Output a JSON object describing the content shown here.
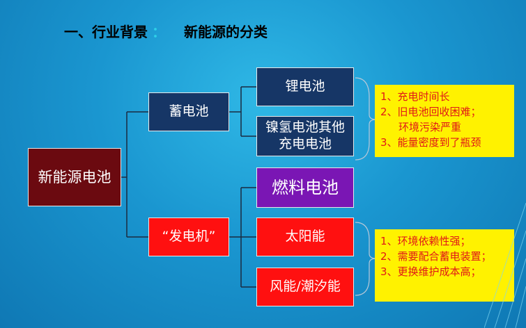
{
  "title": {
    "section": "一、行业背景",
    "separator": "：",
    "subtitle": "新能源的分类"
  },
  "nodes": {
    "root": "新能源电池",
    "storage": "蓄电池",
    "generator": "“发电机”",
    "lithium": "锂电池",
    "nimh_line1": "镍氢电池其他",
    "nimh_line2": "充电电池",
    "fuel_cell": "燃料电池",
    "solar": "太阳能",
    "wind_tidal": "风能/潮汐能"
  },
  "notes": {
    "storage_issues": [
      "1、充电时间长",
      "2、旧电池回收困难；",
      "环境污染严重",
      "3、能量密度到了瓶颈"
    ],
    "generator_issues": [
      "1、环境依赖性强；",
      "2、需要配合蓄电装置；",
      "3、更换维护成本高；"
    ]
  },
  "colors": {
    "background": "#1a96d0",
    "navy_box": "#163666",
    "root_box": "#6b0a10",
    "fuel_box": "#7a16b4",
    "red_box": "#ff1010",
    "note_bg": "#fff200",
    "note_text": "#e01818"
  }
}
